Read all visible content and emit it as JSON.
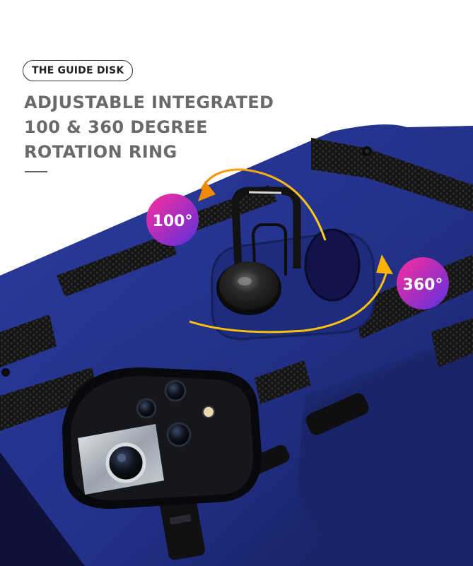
{
  "tag": {
    "label": "THE GUIDE DISK"
  },
  "headline": {
    "line1": "ADJUSTABLE INTEGRATED",
    "line2": "100 & 360 DEGREE",
    "line3": "ROTATION RING"
  },
  "badges": {
    "left": "100°",
    "right": "360°"
  },
  "colors": {
    "case_blue": "#22318a",
    "case_dark": "#151c52",
    "arrow_orange": "#f5a200",
    "arrow_yellow": "#ffd21a",
    "badge_start": "#ff2e9a",
    "badge_end": "#5a2fe0",
    "text_gray": "#6a6a6a"
  }
}
